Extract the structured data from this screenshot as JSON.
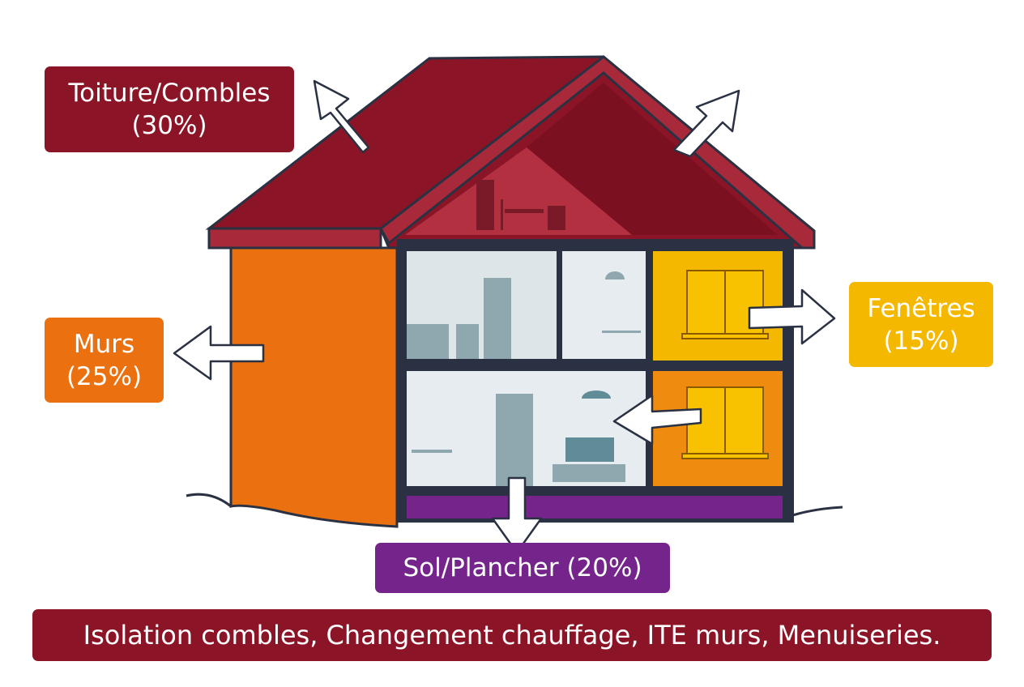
{
  "labels": {
    "roof": {
      "title": "Toiture/Combles",
      "value": "(30%)"
    },
    "walls": {
      "title": "Murs",
      "value": "(25%)"
    },
    "windows": {
      "title": "Fenêtres",
      "value": "(15%)"
    },
    "floor": {
      "text": "Sol/Plancher (20%)"
    }
  },
  "footer": {
    "text": "Isolation combles, Changement chauffage, ITE murs, Menuiseries."
  },
  "colors": {
    "roof": "#8b1527",
    "walls": "#ea7010",
    "windows": "#f5b800",
    "floor": "#74248a",
    "frame": "#2a3142",
    "room": "#dde5e9"
  }
}
